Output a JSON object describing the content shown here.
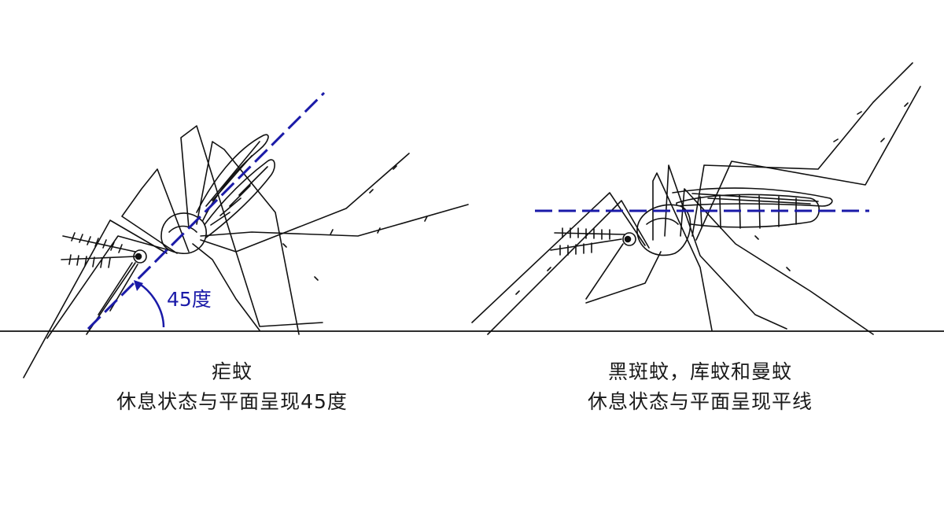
{
  "figure": {
    "left_panel": {
      "species": "疟蚊",
      "posture": "休息状态与平面呈现45度",
      "angle_label": "45度"
    },
    "right_panel": {
      "species": "黑斑蚊，库蚊和曼蚊",
      "posture": "休息状态与平面呈现平线"
    }
  },
  "colors": {
    "guide_line": "#1a1aa8",
    "ink": "#111111",
    "background": "#ffffff"
  }
}
